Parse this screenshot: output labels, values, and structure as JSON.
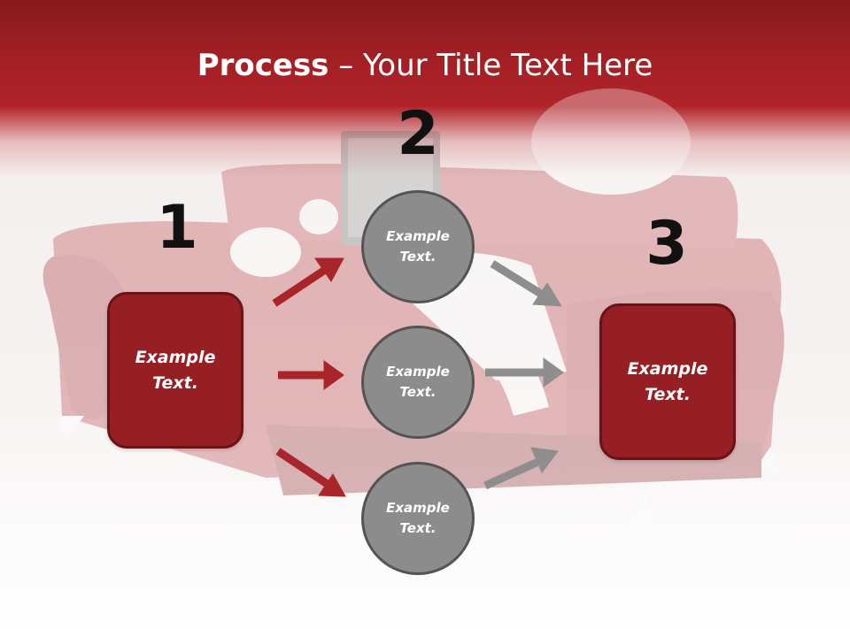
{
  "title": {
    "bold": "Process",
    "rest": " – Your Title Text Here"
  },
  "steps": {
    "one": {
      "number": "1",
      "text": "Example Text."
    },
    "two": {
      "number": "2"
    },
    "three": {
      "number": "3",
      "text": "Example Text."
    }
  },
  "circles": {
    "top": {
      "text": "Example Text."
    },
    "middle": {
      "text": "Example Text."
    },
    "bottom": {
      "text": "Example Text."
    }
  },
  "colors": {
    "header": "#a11f24",
    "box_fill": "#951f23",
    "circle_fill": "#8c8c8c",
    "red_arrow": "#a8262a",
    "gray_arrow": "#8e8e8e"
  }
}
